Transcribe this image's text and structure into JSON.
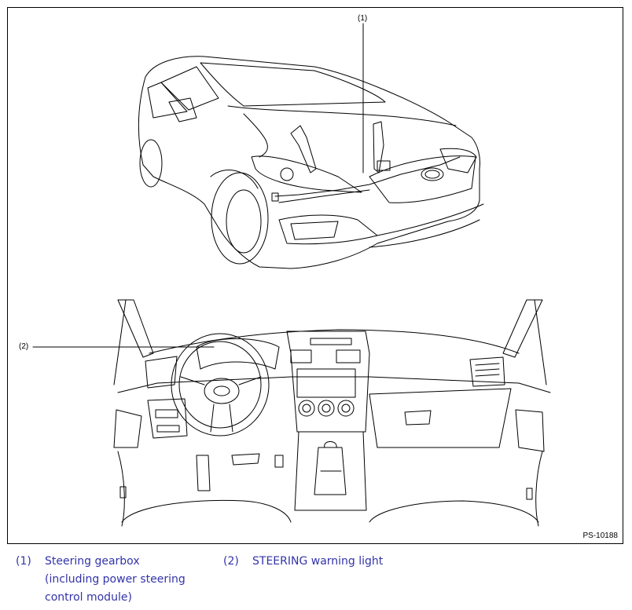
{
  "figure": {
    "id": "PS-10188",
    "callouts": [
      {
        "num": "(1)"
      },
      {
        "num": "(2)"
      }
    ]
  },
  "legend": [
    {
      "num": "(1)",
      "text": "Steering gearbox (including power steering control module)"
    },
    {
      "num": "(2)",
      "text": "STEERING warning light"
    }
  ],
  "colors": {
    "legend_text": "#3333aa",
    "line": "#000000"
  }
}
